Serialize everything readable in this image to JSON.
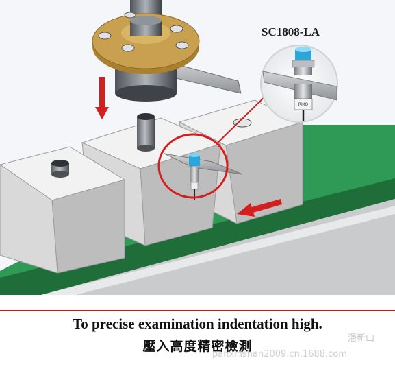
{
  "scene": {
    "model_label": "SC1808-LA",
    "sensor_brand": "RIKO",
    "colors": {
      "background": "#f4f6f9",
      "conveyor_green": "#2f9a55",
      "conveyor_edge": "#1f6e3a",
      "block_top": "#f2f2f2",
      "block_front": "#d9d9d9",
      "block_side": "#bdbdbd",
      "press_gold": "#c9a050",
      "arrow_red": "#d21f1f",
      "highlight_circle": "#d21f1f",
      "sensor_blue": "#2aa6d8"
    },
    "icons": [
      "press-head-icon",
      "down-arrow-icon",
      "left-arrow-icon",
      "proximity-sensor-icon"
    ]
  },
  "caption": {
    "english": "To precise examination indentation high.",
    "chinese": "壓入高度精密檢測"
  },
  "watermark": {
    "name": "潘新山",
    "url": "panxinshan2009.cn.1688.com"
  }
}
